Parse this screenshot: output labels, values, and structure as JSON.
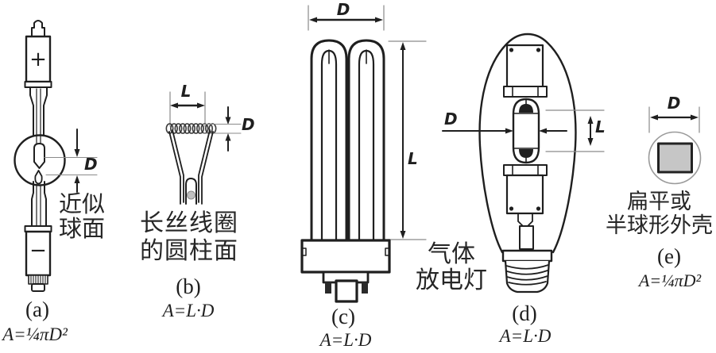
{
  "figures": {
    "a": {
      "label": "(a)",
      "formula": "A=¼πD²",
      "dim_d": "D",
      "electrode_top": "+",
      "electrode_bottom": "−",
      "caption_line1": "近似",
      "caption_line2": "球面"
    },
    "b": {
      "label": "(b)",
      "formula": "A=L·D",
      "dim_l": "L",
      "dim_d": "D",
      "caption_line1": "长丝线圈",
      "caption_line2": "的圆柱面"
    },
    "c": {
      "label": "(c)",
      "formula": "A=L·D",
      "dim_d": "D",
      "dim_l": "L"
    },
    "d": {
      "label": "(d)",
      "formula": "A=L·D",
      "dim_d": "D",
      "dim_l": "L",
      "caption_line1": "气体",
      "caption_line2": "放电灯"
    },
    "e": {
      "label": "(e)",
      "formula": "A=¼πD²",
      "dim_d": "D",
      "caption_line1": "扁平或",
      "caption_line2": "半球形外壳"
    }
  },
  "colors": {
    "ink": "#1f1f1f",
    "leader": "#8a8a8a",
    "shell_fill": "#c6c6c6",
    "background": "#ffffff"
  }
}
